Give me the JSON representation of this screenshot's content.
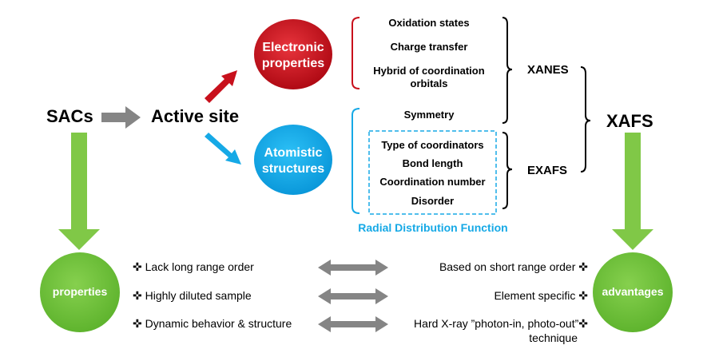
{
  "colors": {
    "electronic_circle": "#c8101c",
    "atomistic_circle": "#12a8ec",
    "green_circle": "#72c43c",
    "grey_arrow": "#858585",
    "green_arrow": "#80c847",
    "red_arrow": "#c8101c",
    "blue_arrow": "#16a9e6",
    "bracket": "#000000"
  },
  "nodes": {
    "sacs": "SACs",
    "active_site": "Active site",
    "electronic_properties": [
      "Electronic",
      "properties"
    ],
    "atomistic_structures": [
      "Atomistic",
      "structures"
    ],
    "properties": "properties",
    "advantages": "advantages",
    "xafs": "XAFS"
  },
  "electronic_items": [
    "Oxidation states",
    "Charge transfer",
    "Hybrid of coordination",
    "orbitals"
  ],
  "structural_items": {
    "symmetry": "Symmetry",
    "rdf_items": [
      "Type of coordinators",
      "Bond length",
      "Coordination number",
      "Disorder"
    ],
    "rdf_label": "Radial Distribution Function"
  },
  "techniques": {
    "xanes": "XANES",
    "exafs": "EXAFS"
  },
  "properties_list": [
    "✜ Lack long range order",
    "✜ Highly diluted sample",
    "✜ Dynamic behavior & structure"
  ],
  "advantages_list": [
    "Based on short range order ✜",
    "Element specific ✜",
    "Hard X-ray ”photon-in, photo-out”✜",
    "technique"
  ]
}
